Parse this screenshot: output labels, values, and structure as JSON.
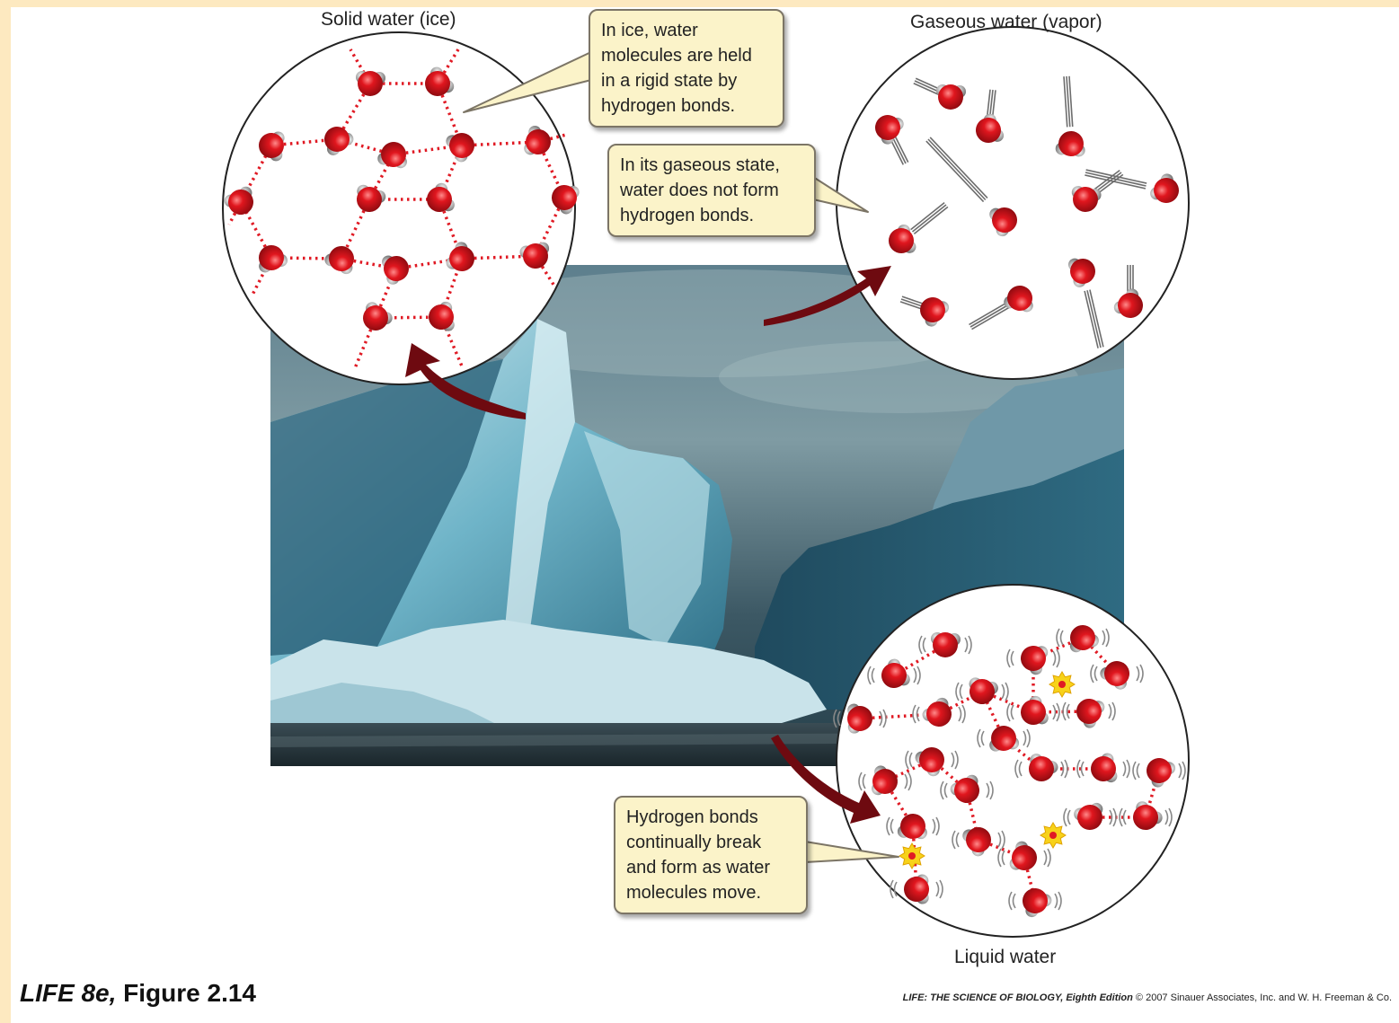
{
  "labels": {
    "ice": "Solid water (ice)",
    "vapor": "Gaseous water (vapor)",
    "liquid": "Liquid water"
  },
  "callouts": {
    "ice": [
      "In ice, water",
      "molecules are held",
      "in a rigid state by",
      "hydrogen bonds."
    ],
    "gas": [
      "In its gaseous state,",
      "water does not form",
      "hydrogen bonds."
    ],
    "liquid": [
      "Hydrogen bonds",
      "continually break",
      "and form as water",
      "molecules move."
    ]
  },
  "figure": {
    "book": "LIFE 8e,",
    "number": "Figure 2.14"
  },
  "credit": {
    "book_title": "LIFE: THE SCIENCE OF BIOLOGY, Eighth Edition",
    "copyright": "© 2007 Sinauer Associates, Inc. and W. H. Freeman & Co."
  },
  "colors": {
    "background": "#fde9c0",
    "oxygen": "#d4121c",
    "hydrogen": "#8a8a8a",
    "bond": "#e01a24",
    "arrow": "#6e0a10",
    "callout_fill": "#fbf3c9"
  },
  "icons": [
    "water-molecule-icon",
    "hydrogen-bond-icon",
    "transition-arrow-icon",
    "bond-break-spark-icon"
  ]
}
